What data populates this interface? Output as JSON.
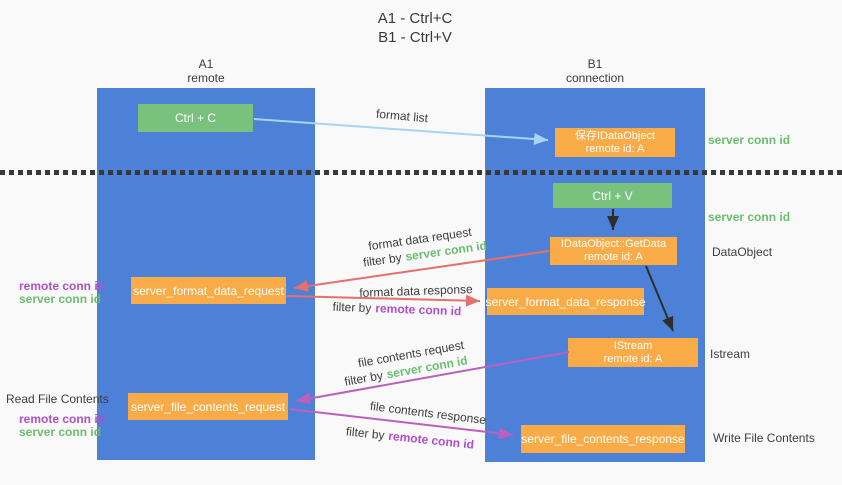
{
  "title": {
    "line1": "A1 - Ctrl+C",
    "line2": "B1 - Ctrl+V"
  },
  "lanes": {
    "left": {
      "name": "A1",
      "role": "remote"
    },
    "right": {
      "name": "B1",
      "role": "connection"
    }
  },
  "nodes": {
    "ctrl_c": {
      "label": "Ctrl + C"
    },
    "ctrl_v": {
      "label": "Ctrl + V"
    },
    "save_idataobject": {
      "line1": "保存IDataObject",
      "line2": "remote id: A"
    },
    "idataobject_getdata": {
      "line1": "IDataObject::GetData",
      "line2": "remote id: A"
    },
    "istream": {
      "line1": "IStream",
      "line2": "remote id: A"
    },
    "server_format_data_request": {
      "label": "server_format_data_request"
    },
    "server_format_data_response": {
      "label": "server_format_data_response"
    },
    "server_file_contents_request": {
      "label": "server_file_contents_request"
    },
    "server_file_contents_response": {
      "label": "server_file_contents_response"
    }
  },
  "arrow_labels": {
    "format_list": "format list",
    "format_data_request": "format data request",
    "format_data_response": "format data response",
    "file_contents_request": "file contents request",
    "file_contents_response": "file contents response",
    "filter_by": "filter by",
    "server_conn_id": "server conn id",
    "remote_conn_id": "remote conn id"
  },
  "side_labels": {
    "right_server_conn_id_1": "server conn id",
    "right_server_conn_id_2": "server conn id",
    "dataobject": "DataObject",
    "istream": "Istream",
    "write_file_contents": "Write File Contents",
    "left_remote_conn_id_1": "remote conn id",
    "left_server_conn_id_1": "server conn id",
    "read_file_contents": "Read File Contents",
    "left_remote_conn_id_2": "remote conn id",
    "left_server_conn_id_2": "server conn id"
  },
  "colors": {
    "lane_blue": "#4d81d8",
    "box_green": "#79c27e",
    "box_orange": "#f9ab47",
    "text_green": "#69be6e",
    "text_purple": "#af50c8",
    "arrow_red": "#e5706e",
    "arrow_pink": "#bd5fbe",
    "arrow_blue": "#a8d4f2",
    "arrow_black": "#2d2d2d",
    "label_dark": "#3d3d3d",
    "bg": "#f9f9f9"
  }
}
